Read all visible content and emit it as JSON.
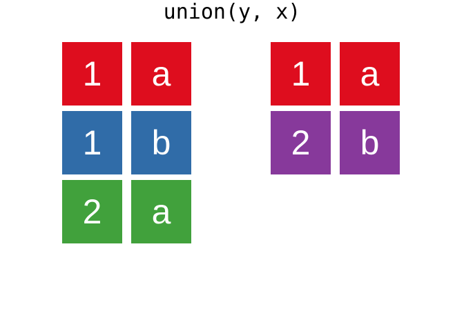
{
  "title": "union(y, x)",
  "palette": {
    "red": "#DE0D1E",
    "blue": "#306CA8",
    "green": "#41A13C",
    "purple": "#87399B",
    "cell_text": "#FFFFFF",
    "title_text": "#000000",
    "background": "#FFFFFF"
  },
  "tables": [
    {
      "name": "left",
      "rows": [
        {
          "color": "#DE0D1E",
          "color_name": "red",
          "cells": [
            "1",
            "a"
          ]
        },
        {
          "color": "#306CA8",
          "color_name": "blue",
          "cells": [
            "1",
            "b"
          ]
        },
        {
          "color": "#41A13C",
          "color_name": "green",
          "cells": [
            "2",
            "a"
          ]
        }
      ]
    },
    {
      "name": "right",
      "rows": [
        {
          "color": "#DE0D1E",
          "color_name": "red",
          "cells": [
            "1",
            "a"
          ]
        },
        {
          "color": "#87399B",
          "color_name": "purple",
          "cells": [
            "2",
            "b"
          ]
        }
      ]
    }
  ]
}
